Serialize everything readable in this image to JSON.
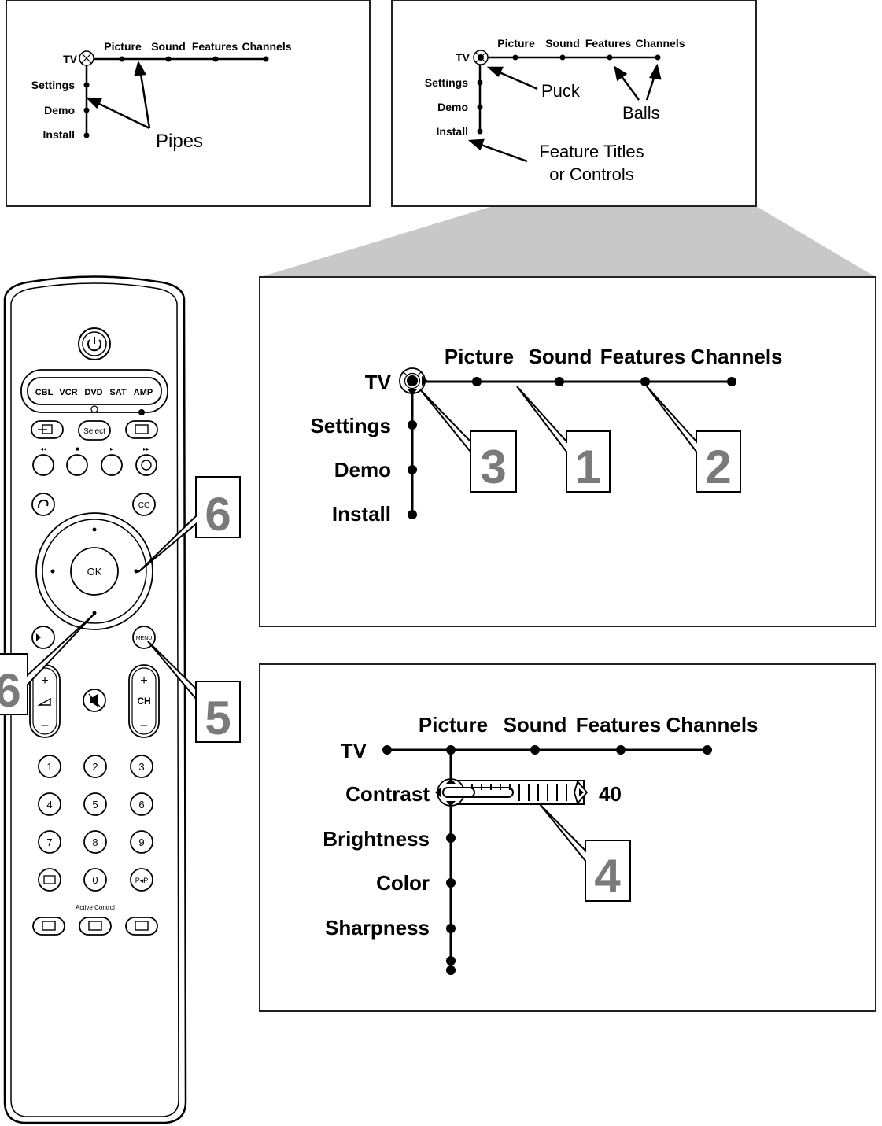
{
  "menu": {
    "tv": "TV",
    "top": [
      "Picture",
      "Sound",
      "Features",
      "Channels"
    ],
    "side": [
      "Settings",
      "Demo",
      "Install"
    ]
  },
  "callouts": {
    "pipes": "Pipes",
    "puck": "Puck",
    "balls": "Balls",
    "feature_titles_line1": "Feature Titles",
    "feature_titles_line2": "or Controls"
  },
  "picture_menu": {
    "tv": "TV",
    "top": [
      "Picture",
      "Sound",
      "Features",
      "Channels"
    ],
    "items": [
      "Contrast",
      "Brightness",
      "Color",
      "Sharpness"
    ],
    "contrast_value": "40"
  },
  "steps": [
    "1",
    "2",
    "3",
    "4",
    "5",
    "6",
    "6"
  ],
  "remote": {
    "source_buttons": [
      "CBL",
      "VCR",
      "DVD",
      "SAT",
      "AMP"
    ],
    "select": "Select",
    "ok": "OK",
    "cc": "CC",
    "menu": "MENU",
    "ch": "CH",
    "plus": "+",
    "minus": "–",
    "digits": [
      "1",
      "2",
      "3",
      "4",
      "5",
      "6",
      "7",
      "8",
      "9",
      "0"
    ],
    "pip": "P◂P",
    "active_control": "Active Control"
  }
}
